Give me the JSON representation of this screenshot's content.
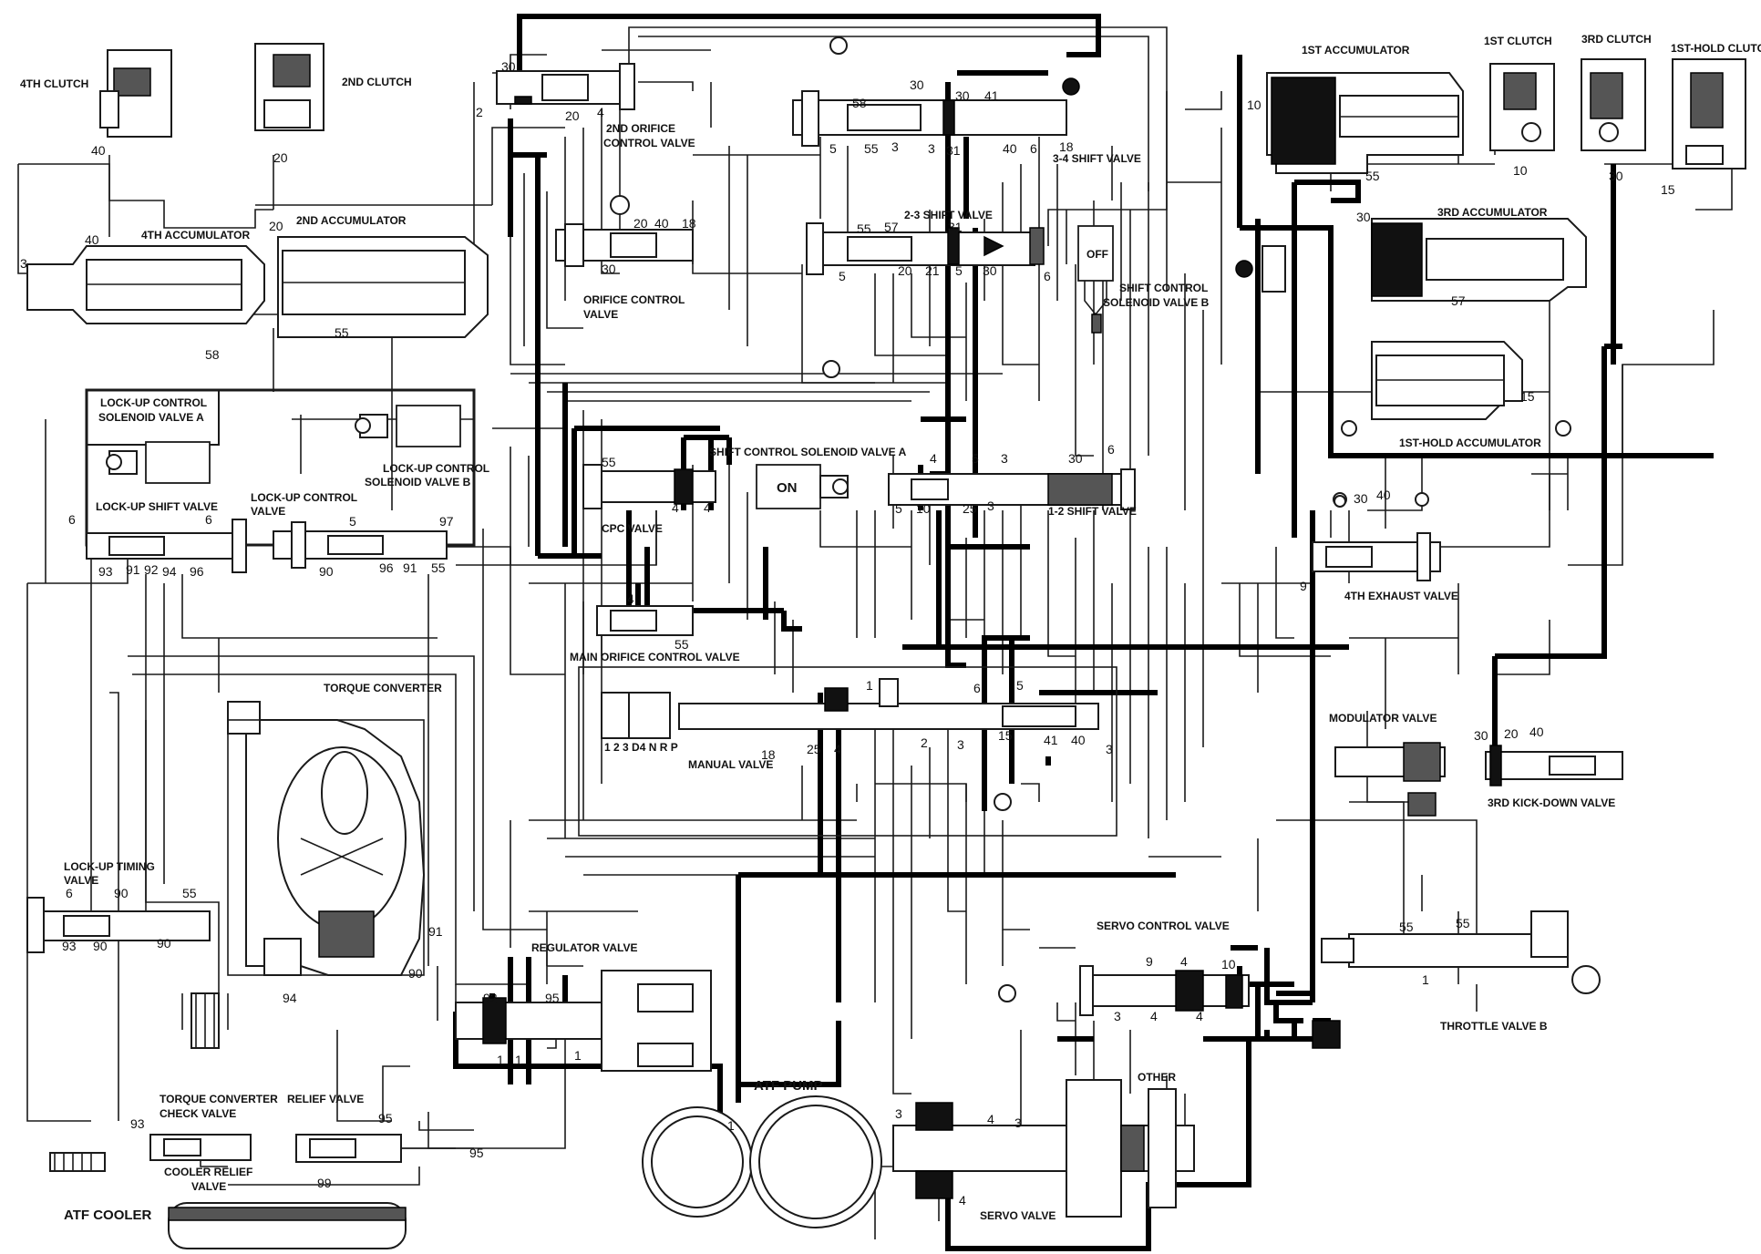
{
  "labels": {
    "clutch_4th": "4TH CLUTCH",
    "clutch_2nd": "2ND CLUTCH",
    "accumulator_1st": "1ST ACCUMULATOR",
    "clutch_1st": "1ST CLUTCH",
    "clutch_3rd": "3RD CLUTCH",
    "clutch_1st_hold": "1ST-HOLD CLUTCH",
    "accumulator_4th": "4TH ACCUMULATOR",
    "accumulator_2nd": "2ND ACCUMULATOR",
    "orifice_control_2nd_a": "2ND ORIFICE",
    "orifice_control_2nd_b": "CONTROL VALVE",
    "shift_valve_34": "3-4 SHIFT VALVE",
    "shift_valve_23": "2-3 SHIFT VALVE",
    "accumulator_3rd": "3RD ACCUMULATOR",
    "orifice_control_a": "ORIFICE CONTROL",
    "orifice_control_b": "VALVE",
    "solenoid_b_a": "SHIFT CONTROL",
    "solenoid_b_b": "SOLENOID VALVE B",
    "solenoid_off": "OFF",
    "lockup_sol_a_a": "LOCK-UP CONTROL",
    "lockup_sol_a_b": "SOLENOID VALVE A",
    "lockup_sol_b_a": "LOCK-UP CONTROL",
    "lockup_sol_b_b": "SOLENOID VALVE B",
    "lockup_shift_valve": "LOCK-UP SHIFT VALVE",
    "lockup_control_a": "LOCK-UP CONTROL",
    "lockup_control_b": "VALVE",
    "solenoid_a": "SHIFT CONTROL SOLENOID VALVE A",
    "solenoid_on": "ON",
    "cpc_valve": "CPC VALVE",
    "shift_valve_12": "1-2 SHIFT VALVE",
    "accumulator_1st_hold": "1ST-HOLD ACCUMULATOR",
    "exhaust_4th": "4TH EXHAUST VALVE",
    "main_orifice": "MAIN ORIFICE CONTROL VALVE",
    "torque_converter": "TORQUE CONVERTER",
    "manual_valve": "MANUAL VALVE",
    "manual_positions": "1 2 3 D4 N R P",
    "modulator_valve": "MODULATOR VALVE",
    "kickdown_3rd": "3RD KICK-DOWN VALVE",
    "lockup_timing_a": "LOCK-UP TIMING",
    "lockup_timing_b": "VALVE",
    "regulator_valve": "REGULATOR VALVE",
    "servo_control": "SERVO CONTROL VALVE",
    "throttle_b": "THROTTLE VALVE B",
    "atf_pump": "ATF PUMP",
    "tc_check_a": "TORQUE CONVERTER",
    "tc_check_b": "CHECK VALVE",
    "relief_valve": "RELIEF VALVE",
    "cooler_relief_a": "COOLER RELIEF",
    "cooler_relief_b": "VALVE",
    "atf_cooler": "ATF COOLER",
    "servo_valve": "SERVO VALVE",
    "other": "OTHER"
  },
  "ports": {
    "p40a": "40",
    "p20a": "20",
    "p30a": "30",
    "p2a": "2",
    "p20b": "20",
    "p4a": "4",
    "p58a": "58",
    "p5a": "5",
    "p55a": "55",
    "p3a": "3",
    "p3b": "3",
    "p31a": "31",
    "p30b": "30",
    "p41a": "41",
    "p40b": "40",
    "p6a": "6",
    "p18a": "18",
    "p30c": "30",
    "p10a": "10",
    "p55b": "55",
    "p10b": "10",
    "p30d": "30",
    "p15a": "15",
    "p40c": "40",
    "p3c": "3",
    "p20c": "20",
    "p55c": "55",
    "p58b": "58",
    "p20d": "20",
    "p40d": "40",
    "p18b": "18",
    "p30e": "30",
    "p55d": "55",
    "p57a": "57",
    "p31b": "31",
    "p5b": "5",
    "p20e": "20",
    "p21a": "21",
    "p5c": "5",
    "p30f": "30",
    "p6b": "6",
    "p30g": "30",
    "p57b": "57",
    "p15b": "15",
    "p6c": "6",
    "p6d": "6",
    "p93a": "93",
    "p91a": "91",
    "p92a": "92",
    "p94a": "94",
    "p96a": "96",
    "p5d": "5",
    "p97a": "97",
    "p90a": "90",
    "p96b": "96",
    "p91b": "91",
    "p55e": "55",
    "p55f": "55",
    "p4b": "4",
    "p4c": "4",
    "p4d": "4",
    "p5e": "5",
    "p3d": "3",
    "p30h": "30",
    "p6e": "6",
    "p5f": "5",
    "p10c": "10",
    "p25a": "25",
    "p3e": "3",
    "p30i": "30",
    "p40e": "40",
    "p9a": "9",
    "p4e": "4",
    "p55g": "55",
    "p1a": "1",
    "p6f": "6",
    "p5g": "5",
    "p18c": "18",
    "p25b": "25",
    "p4f": "4",
    "p2b": "2",
    "p3f": "3",
    "p15c": "15",
    "p41b": "41",
    "p40f": "40",
    "p3g": "3",
    "p30j": "30",
    "p20f": "20",
    "p40g": "40",
    "p6g": "6",
    "p90b": "90",
    "p55h": "55",
    "p93b": "93",
    "p90c": "90",
    "p90d": "90",
    "p91c": "91",
    "p90e": "90",
    "p94b": "94",
    "p92b": "92",
    "p95a": "95",
    "p1b": "1",
    "p1c": "1",
    "p1d": "1",
    "p9b": "9",
    "p4g": "4",
    "p10d": "10",
    "p3h": "3",
    "p4h": "4",
    "p4i": "4",
    "p55i": "55",
    "p55j": "55",
    "p1e": "1",
    "p93c": "93",
    "p95b": "95",
    "p95c": "95",
    "p99a": "99",
    "p1f": "1",
    "p3i": "3",
    "p4j": "4",
    "p3j": "3",
    "p4k": "4"
  }
}
